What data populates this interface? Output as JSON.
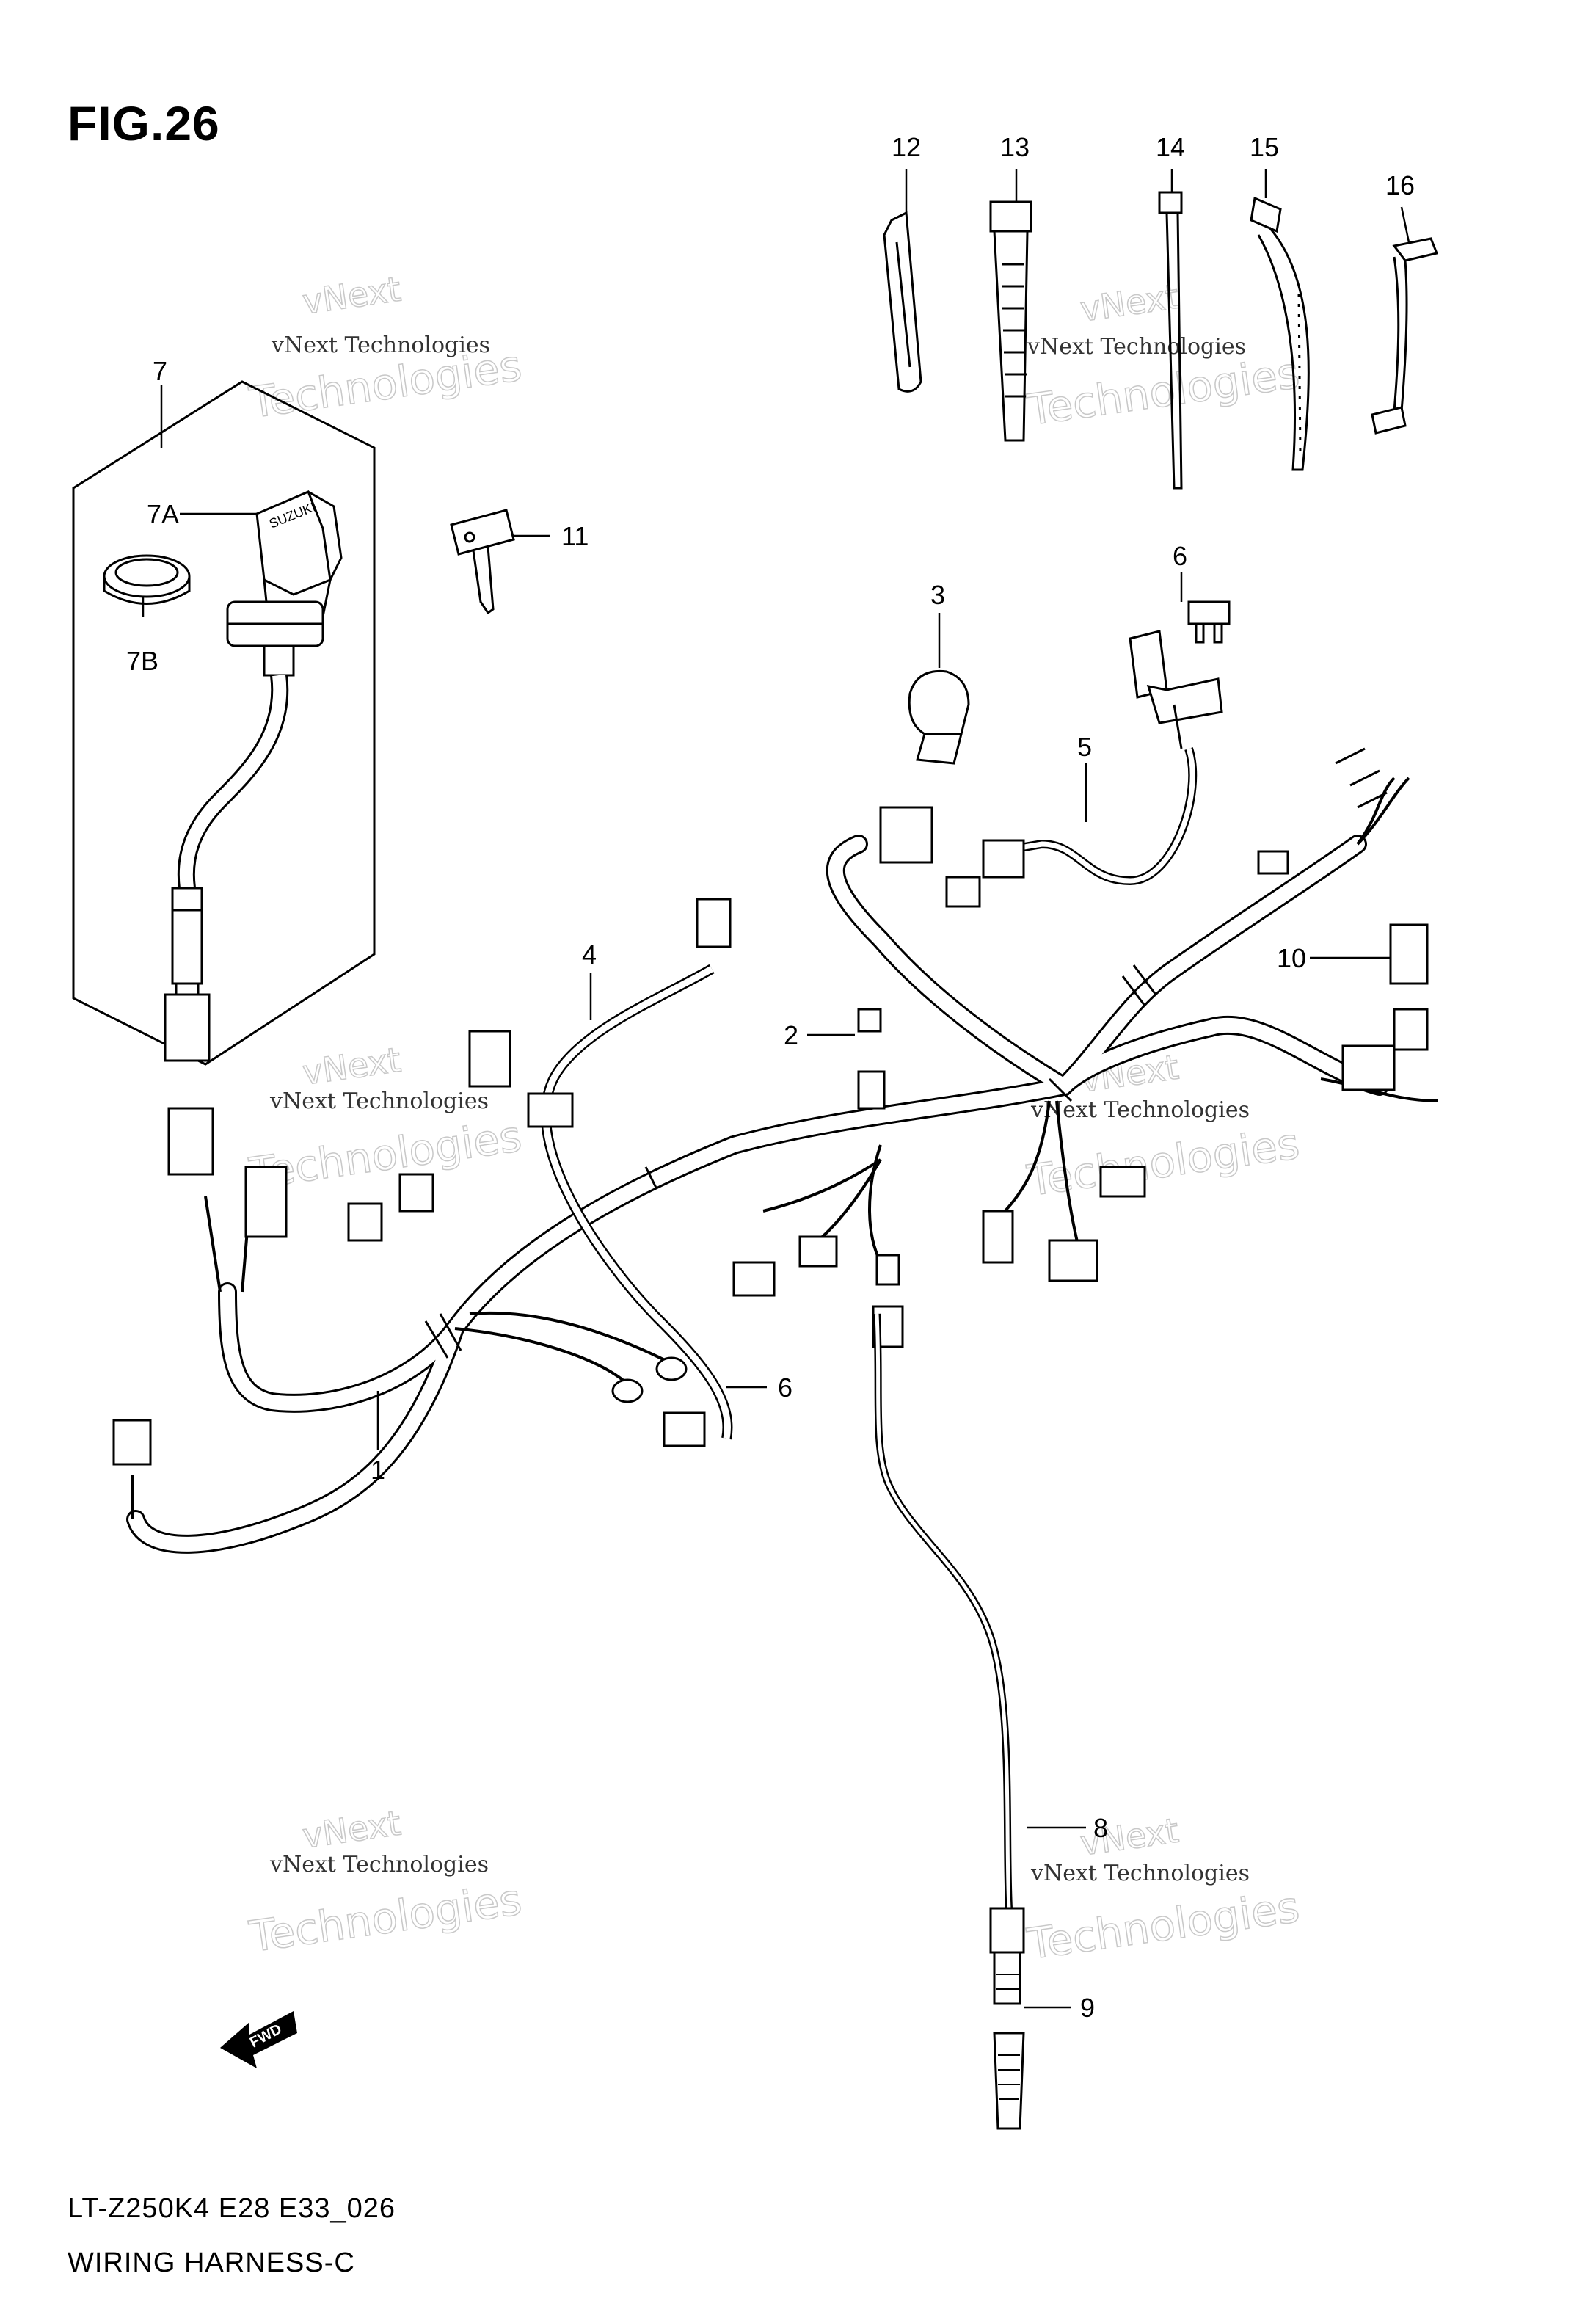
{
  "figure": {
    "title": "FIG.26",
    "code": "LT-Z250K4 E28 E33_026",
    "name": "WIRING HARNESS-C"
  },
  "callouts": [
    "1",
    "2",
    "3",
    "4",
    "5",
    "6",
    "7",
    "7A",
    "7B",
    "8",
    "9",
    "10",
    "11",
    "12",
    "13",
    "14",
    "15",
    "16"
  ],
  "watermark": {
    "line": "vNext Technologies",
    "outline_top": "vNext",
    "outline_bottom": "Technologies"
  },
  "fwd_label": "FWD"
}
